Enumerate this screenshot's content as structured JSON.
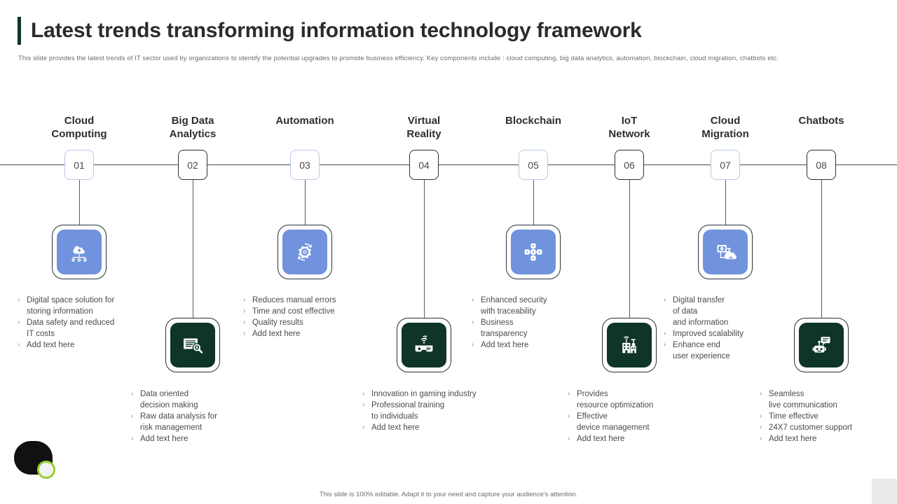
{
  "header": {
    "title": "Latest trends transforming information technology framework",
    "subtitle": "This slide provides the latest trends of IT  sector used by  organizations to identify the potential upgrades to promote business efficiency. Key components include : cloud computing, big data analytics, automation, blockchain, cloud migration,  chatbots etc."
  },
  "footer": {
    "note": "This slide is 100% editable.  Adapt it to your need and capture your audience's attention."
  },
  "colors": {
    "accent_dark": "#123524",
    "icon_blue": "#7193dd",
    "icon_green": "#0e3526",
    "node_light_border": "#b9cbe8",
    "node_dark_border": "#27323c"
  },
  "timeline": {
    "steps": [
      {
        "number": "01",
        "title": "Cloud\nComputing",
        "icon": "cloud-network-icon",
        "icon_style": "blue",
        "node_style": "light",
        "position": "top",
        "bullets": [
          "Digital  space solution for\nstoring information",
          "Data  safety and reduced\nIT costs",
          "Add text here"
        ]
      },
      {
        "number": "02",
        "title": "Big Data\nAnalytics",
        "icon": "document-search-icon",
        "icon_style": "green",
        "node_style": "dark",
        "position": "bottom",
        "bullets": [
          "Data  oriented\ndecision making",
          "Raw  data  analysis for\nrisk management",
          "Add text here"
        ]
      },
      {
        "number": "03",
        "title": "Automation",
        "icon": "gear-automation-icon",
        "icon_style": "blue",
        "node_style": "light",
        "position": "top",
        "bullets": [
          "Reduces  manual  errors",
          "Time  and cost effective",
          "Quality results",
          "Add text here"
        ]
      },
      {
        "number": "04",
        "title": "Virtual\nReality",
        "icon": "vr-headset-icon",
        "icon_style": "green",
        "node_style": "dark",
        "position": "bottom",
        "bullets": [
          "Innovation  in gaming industry",
          "Professional  training\nto individuals",
          "Add text here"
        ]
      },
      {
        "number": "05",
        "title": "Blockchain",
        "icon": "blockchain-nodes-icon",
        "icon_style": "blue",
        "node_style": "light",
        "position": "top",
        "bullets": [
          "Enhanced  security\nwith traceability",
          "Business\ntransparency",
          "Add text here"
        ]
      },
      {
        "number": "06",
        "title": "IoT\nNetwork",
        "icon": "iot-buildings-icon",
        "icon_style": "green",
        "node_style": "dark",
        "position": "bottom",
        "bullets": [
          "Provides\nresource optimization",
          "Effective\ndevice  management",
          "Add text here"
        ]
      },
      {
        "number": "07",
        "title": "Cloud\nMigration",
        "icon": "cloud-migration-icon",
        "icon_style": "blue",
        "node_style": "light",
        "position": "top",
        "bullets": [
          "Digital  transfer\nof data\nand information",
          "Improved  scalability",
          "Enhance end\nuser experience"
        ]
      },
      {
        "number": "08",
        "title": "Chatbots",
        "icon": "chatbot-robot-icon",
        "icon_style": "green",
        "node_style": "dark",
        "position": "bottom",
        "bullets": [
          "Seamless\nlive communication",
          "Time  effective",
          "24X7  customer support",
          "Add text here"
        ]
      }
    ]
  }
}
